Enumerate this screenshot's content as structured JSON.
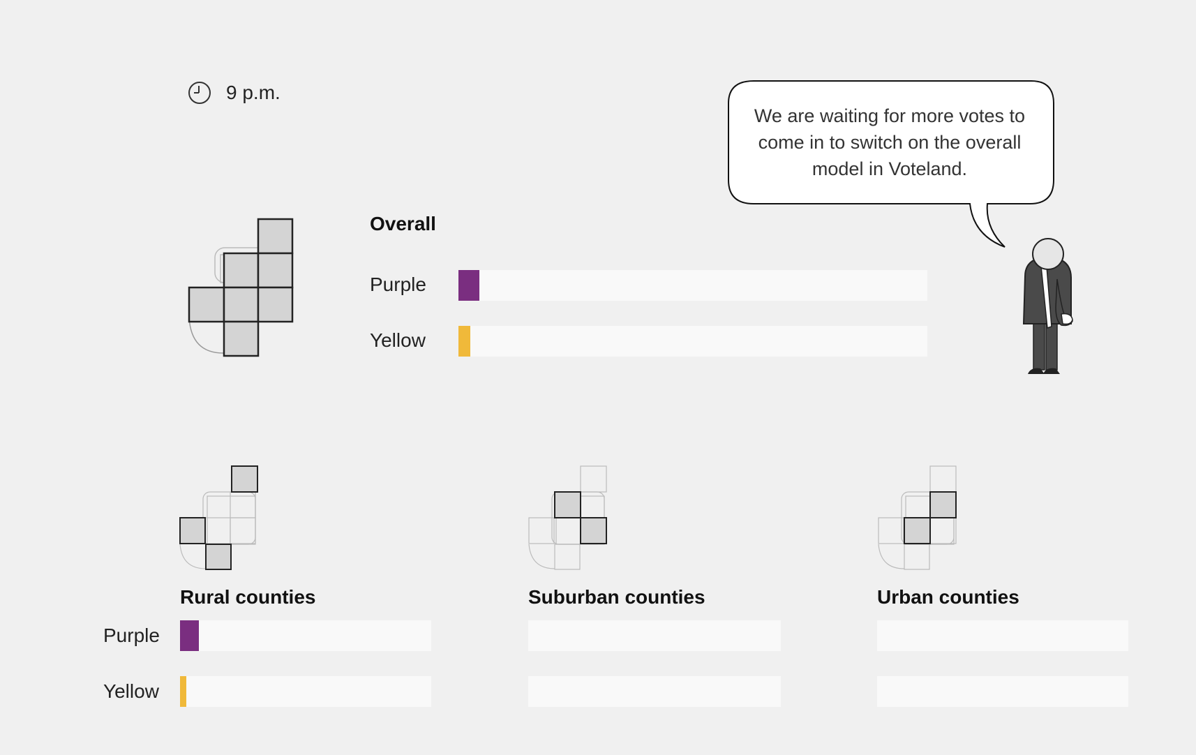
{
  "time": {
    "label": "9 p.m."
  },
  "bubble": {
    "text": "We are waiting for more votes to come in to switch on the overall model in Voteland."
  },
  "colors": {
    "purple": "#7a2e80",
    "yellow": "#f0b93a",
    "track": "#f9f9f9",
    "cell_fill": "#d4d4d4"
  },
  "overall": {
    "title": "Overall",
    "rows": [
      {
        "label": "Purple",
        "share": 0.045
      },
      {
        "label": "Yellow",
        "share": 0.025
      }
    ]
  },
  "groups": [
    {
      "title": "Rural counties",
      "rows": [
        {
          "label": "Purple",
          "share": 0.074
        },
        {
          "label": "Yellow",
          "share": 0.026
        }
      ]
    },
    {
      "title": "Suburban counties",
      "rows": [
        {
          "label": "Purple",
          "share": 0
        },
        {
          "label": "Yellow",
          "share": 0
        }
      ]
    },
    {
      "title": "Urban counties",
      "rows": [
        {
          "label": "Purple",
          "share": 0
        },
        {
          "label": "Yellow",
          "share": 0
        }
      ]
    }
  ]
}
